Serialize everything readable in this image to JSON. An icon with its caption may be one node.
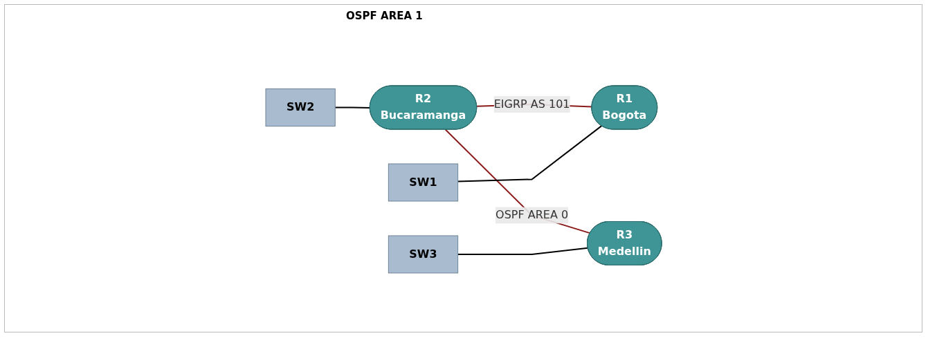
{
  "diagram": {
    "nodes": [
      {
        "text": [
          "SW2"
        ]
      },
      {
        "text": [
          "R2",
          "Bucaramanga"
        ]
      },
      {
        "text": [
          "SW1"
        ]
      },
      {
        "text": [
          "R1",
          "Bogota"
        ]
      },
      {
        "text": [
          "SW3"
        ]
      },
      {
        "text": [
          "R3",
          "Medellin"
        ]
      }
    ],
    "edges": [
      {
        "from": 0,
        "to": 1,
        "arrow": "none"
      },
      {
        "from": 1,
        "to": 3,
        "arrow": "none",
        "label": "EIGRP AS 101",
        "color": "#8b1a1a"
      },
      {
        "from": 1,
        "to": 5,
        "arrow": "none",
        "label": "OSPF AREA 0",
        "color": "#8b1a1a"
      },
      {
        "from": 2,
        "to": 3,
        "arrow": "none"
      },
      {
        "from": 4,
        "to": 5,
        "arrow": "none"
      }
    ],
    "labels": [
      "OSPF AREA 1"
    ]
  }
}
